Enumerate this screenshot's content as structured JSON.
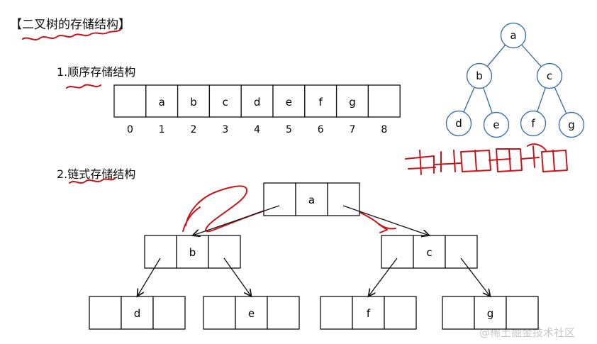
{
  "title": "【二叉树的存储结构】",
  "section1": {
    "heading": "1.顺序存储结构",
    "array_cells": [
      "",
      "a",
      "b",
      "c",
      "d",
      "e",
      "f",
      "g",
      ""
    ],
    "indices": [
      "0",
      "1",
      "2",
      "3",
      "4",
      "5",
      "6",
      "7",
      "8"
    ]
  },
  "section2": {
    "heading": "2.链式存储结构",
    "nodes": [
      {
        "id": "a",
        "label": "a",
        "parent": ""
      },
      {
        "id": "b",
        "label": "b",
        "parent": "a"
      },
      {
        "id": "c",
        "label": "c",
        "parent": "a"
      },
      {
        "id": "d",
        "label": "d",
        "parent": "b"
      },
      {
        "id": "e",
        "label": "e",
        "parent": "b"
      },
      {
        "id": "f",
        "label": "f",
        "parent": "c"
      },
      {
        "id": "g",
        "label": "g",
        "parent": "c"
      }
    ]
  },
  "tree": {
    "nodes": [
      {
        "id": "a",
        "label": "a"
      },
      {
        "id": "b",
        "label": "b"
      },
      {
        "id": "c",
        "label": "c"
      },
      {
        "id": "d",
        "label": "d"
      },
      {
        "id": "e",
        "label": "e"
      },
      {
        "id": "f",
        "label": "f"
      },
      {
        "id": "g",
        "label": "g"
      }
    ],
    "edges": [
      [
        "a",
        "b"
      ],
      [
        "a",
        "c"
      ],
      [
        "b",
        "d"
      ],
      [
        "b",
        "e"
      ],
      [
        "c",
        "f"
      ],
      [
        "c",
        "g"
      ]
    ]
  },
  "colors": {
    "tree_outline": "#3f73a8",
    "annotation": "#c8151b",
    "watermark": "#c8c8c8"
  },
  "watermark": "@稀土掘金技术社区"
}
